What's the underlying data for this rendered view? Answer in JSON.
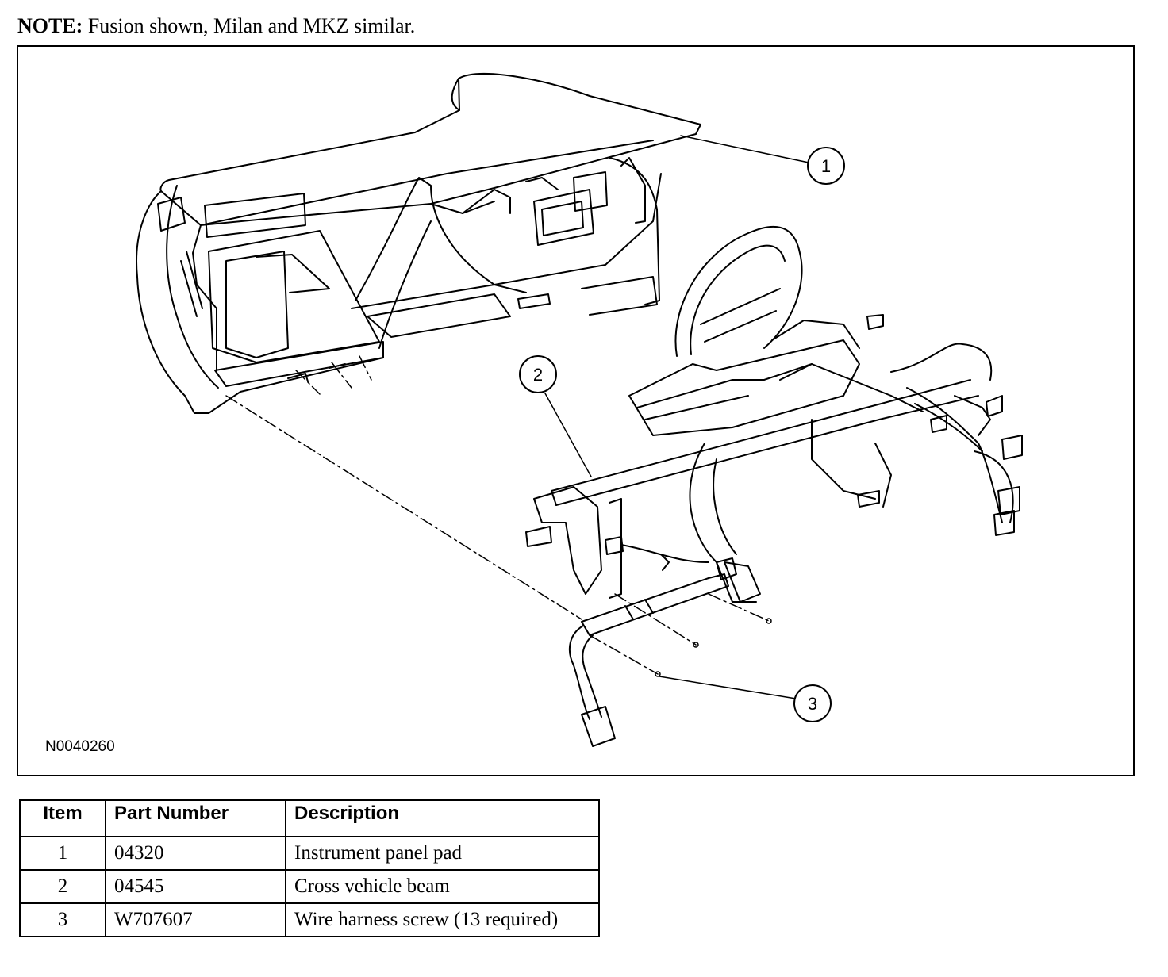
{
  "note": {
    "label": "NOTE:",
    "text": " Fusion shown, Milan and MKZ similar."
  },
  "figure": {
    "id": "N0040260",
    "callouts": [
      "1",
      "2",
      "3"
    ]
  },
  "table": {
    "headers": [
      "Item",
      "Part Number",
      "Description"
    ],
    "rows": [
      {
        "item": "1",
        "part_number": "04320",
        "description": "Instrument panel pad"
      },
      {
        "item": "2",
        "part_number": "04545",
        "description": "Cross vehicle beam"
      },
      {
        "item": "3",
        "part_number": "W707607",
        "description": "Wire harness screw (13 required)"
      }
    ]
  }
}
